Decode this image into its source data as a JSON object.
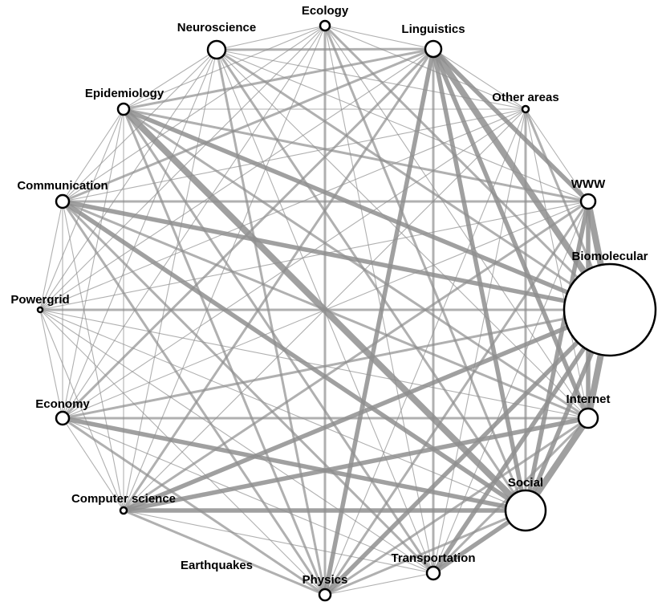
{
  "colors": {
    "edge": "#8f8f8f",
    "node_fill": "#ffffff",
    "node_stroke": "#000000",
    "label": "#000000"
  },
  "nodes": [
    {
      "id": "ecology",
      "label": "Ecology"
    },
    {
      "id": "neuroscience",
      "label": "Neuroscience"
    },
    {
      "id": "linguistics",
      "label": "Linguistics"
    },
    {
      "id": "other_areas",
      "label": "Other areas"
    },
    {
      "id": "epidemiology",
      "label": "Epidemiology"
    },
    {
      "id": "www",
      "label": "WWW"
    },
    {
      "id": "communication",
      "label": "Communication"
    },
    {
      "id": "biomolecular",
      "label": "Biomolecular"
    },
    {
      "id": "powergrid",
      "label": "Powergrid"
    },
    {
      "id": "internet",
      "label": "Internet"
    },
    {
      "id": "economy",
      "label": "Economy"
    },
    {
      "id": "social",
      "label": "Social"
    },
    {
      "id": "computer_science",
      "label": "Computer science"
    },
    {
      "id": "transportation",
      "label": "Transportation"
    },
    {
      "id": "earthquakes",
      "label": "Earthquakes"
    },
    {
      "id": "physics",
      "label": "Physics"
    }
  ],
  "edges": [
    [
      "biomolecular",
      "www",
      4
    ],
    [
      "biomolecular",
      "internet",
      4
    ],
    [
      "biomolecular",
      "social",
      3
    ],
    [
      "biomolecular",
      "transportation",
      3
    ],
    [
      "biomolecular",
      "physics",
      3
    ],
    [
      "biomolecular",
      "linguistics",
      4
    ],
    [
      "biomolecular",
      "other_areas",
      2
    ],
    [
      "biomolecular",
      "epidemiology",
      3
    ],
    [
      "biomolecular",
      "communication",
      3
    ],
    [
      "biomolecular",
      "powergrid",
      2
    ],
    [
      "biomolecular",
      "economy",
      2
    ],
    [
      "biomolecular",
      "computer_science",
      3
    ],
    [
      "biomolecular",
      "neuroscience",
      2
    ],
    [
      "biomolecular",
      "ecology",
      2
    ],
    [
      "social",
      "internet",
      4
    ],
    [
      "social",
      "www",
      3
    ],
    [
      "social",
      "transportation",
      3
    ],
    [
      "social",
      "physics",
      2
    ],
    [
      "social",
      "computer_science",
      3
    ],
    [
      "social",
      "economy",
      3
    ],
    [
      "social",
      "epidemiology",
      4
    ],
    [
      "social",
      "communication",
      3
    ],
    [
      "social",
      "linguistics",
      3
    ],
    [
      "social",
      "neuroscience",
      2
    ],
    [
      "social",
      "ecology",
      2
    ],
    [
      "social",
      "powergrid",
      1
    ],
    [
      "social",
      "other_areas",
      2
    ],
    [
      "internet",
      "www",
      3
    ],
    [
      "internet",
      "transportation",
      2
    ],
    [
      "internet",
      "physics",
      2
    ],
    [
      "internet",
      "computer_science",
      3
    ],
    [
      "internet",
      "economy",
      2
    ],
    [
      "internet",
      "communication",
      2
    ],
    [
      "internet",
      "epidemiology",
      2
    ],
    [
      "internet",
      "linguistics",
      3
    ],
    [
      "internet",
      "powergrid",
      1
    ],
    [
      "internet",
      "neuroscience",
      1
    ],
    [
      "internet",
      "ecology",
      1
    ],
    [
      "internet",
      "other_areas",
      1
    ],
    [
      "www",
      "linguistics",
      3
    ],
    [
      "www",
      "communication",
      2
    ],
    [
      "www",
      "epidemiology",
      2
    ],
    [
      "www",
      "computer_science",
      2
    ],
    [
      "www",
      "physics",
      2
    ],
    [
      "www",
      "economy",
      1
    ],
    [
      "www",
      "transportation",
      1
    ],
    [
      "www",
      "neuroscience",
      1
    ],
    [
      "www",
      "powergrid",
      1
    ],
    [
      "www",
      "other_areas",
      1
    ],
    [
      "linguistics",
      "epidemiology",
      2
    ],
    [
      "linguistics",
      "communication",
      2
    ],
    [
      "linguistics",
      "physics",
      3
    ],
    [
      "linguistics",
      "computer_science",
      2
    ],
    [
      "linguistics",
      "economy",
      2
    ],
    [
      "linguistics",
      "transportation",
      2
    ],
    [
      "linguistics",
      "neuroscience",
      2
    ],
    [
      "linguistics",
      "ecology",
      1
    ],
    [
      "linguistics",
      "powergrid",
      1
    ],
    [
      "linguistics",
      "other_areas",
      1
    ],
    [
      "epidemiology",
      "physics",
      2
    ],
    [
      "epidemiology",
      "communication",
      1
    ],
    [
      "epidemiology",
      "computer_science",
      1
    ],
    [
      "epidemiology",
      "economy",
      1
    ],
    [
      "epidemiology",
      "transportation",
      2
    ],
    [
      "epidemiology",
      "neuroscience",
      1
    ],
    [
      "epidemiology",
      "ecology",
      1
    ],
    [
      "epidemiology",
      "powergrid",
      1
    ],
    [
      "epidemiology",
      "other_areas",
      1
    ],
    [
      "communication",
      "physics",
      2
    ],
    [
      "communication",
      "economy",
      1
    ],
    [
      "communication",
      "computer_science",
      1
    ],
    [
      "communication",
      "transportation",
      2
    ],
    [
      "communication",
      "neuroscience",
      1
    ],
    [
      "communication",
      "ecology",
      1
    ],
    [
      "communication",
      "powergrid",
      1
    ],
    [
      "communication",
      "other_areas",
      1
    ],
    [
      "physics",
      "computer_science",
      2
    ],
    [
      "physics",
      "economy",
      2
    ],
    [
      "physics",
      "neuroscience",
      2
    ],
    [
      "physics",
      "ecology",
      2
    ],
    [
      "physics",
      "powergrid",
      1
    ],
    [
      "physics",
      "other_areas",
      1
    ],
    [
      "physics",
      "transportation",
      1
    ],
    [
      "economy",
      "computer_science",
      1
    ],
    [
      "economy",
      "transportation",
      1
    ],
    [
      "economy",
      "neuroscience",
      1
    ],
    [
      "economy",
      "ecology",
      1
    ],
    [
      "economy",
      "powergrid",
      1
    ],
    [
      "economy",
      "other_areas",
      1
    ],
    [
      "computer_science",
      "transportation",
      1
    ],
    [
      "computer_science",
      "neuroscience",
      1
    ],
    [
      "computer_science",
      "ecology",
      1
    ],
    [
      "computer_science",
      "powergrid",
      1
    ],
    [
      "computer_science",
      "other_areas",
      1
    ],
    [
      "transportation",
      "neuroscience",
      1
    ],
    [
      "transportation",
      "ecology",
      1
    ],
    [
      "transportation",
      "powergrid",
      1
    ],
    [
      "transportation",
      "other_areas",
      1
    ],
    [
      "neuroscience",
      "ecology",
      1
    ],
    [
      "neuroscience",
      "powergrid",
      1
    ],
    [
      "neuroscience",
      "other_areas",
      1
    ],
    [
      "ecology",
      "powergrid",
      1
    ],
    [
      "ecology",
      "other_areas",
      1
    ],
    [
      "powergrid",
      "other_areas",
      1
    ]
  ]
}
